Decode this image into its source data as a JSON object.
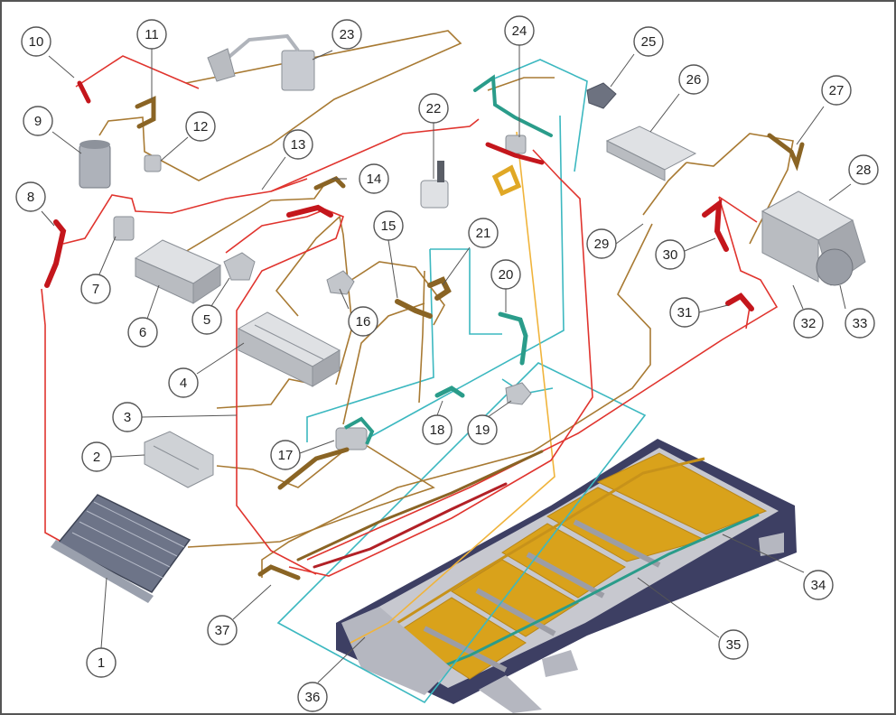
{
  "diagram": {
    "colors": {
      "red_line": "#e0342e",
      "brown_line": "#a87a33",
      "cyan_line": "#3cb8c0",
      "yellow_line": "#f0b43c",
      "hose_red": "#c4161c",
      "hose_brown": "#8a6424",
      "component_gray": "#cfd2d6",
      "battery_gold": "#d9a21b",
      "tray_dark": "#3d3f63",
      "callout_stroke": "#555555",
      "callout_fill": "#ffffff"
    },
    "callouts": [
      {
        "id": "1",
        "label": "1"
      },
      {
        "id": "2",
        "label": "2"
      },
      {
        "id": "3",
        "label": "3"
      },
      {
        "id": "4",
        "label": "4"
      },
      {
        "id": "5",
        "label": "5"
      },
      {
        "id": "6",
        "label": "6"
      },
      {
        "id": "7",
        "label": "7"
      },
      {
        "id": "8",
        "label": "8"
      },
      {
        "id": "9",
        "label": "9"
      },
      {
        "id": "10",
        "label": "10"
      },
      {
        "id": "11",
        "label": "11"
      },
      {
        "id": "12",
        "label": "12"
      },
      {
        "id": "13",
        "label": "13"
      },
      {
        "id": "14",
        "label": "14"
      },
      {
        "id": "15",
        "label": "15"
      },
      {
        "id": "16",
        "label": "16"
      },
      {
        "id": "17",
        "label": "17"
      },
      {
        "id": "18",
        "label": "18"
      },
      {
        "id": "19",
        "label": "19"
      },
      {
        "id": "20",
        "label": "20"
      },
      {
        "id": "21",
        "label": "21"
      },
      {
        "id": "22",
        "label": "22"
      },
      {
        "id": "23",
        "label": "23"
      },
      {
        "id": "24",
        "label": "24"
      },
      {
        "id": "25",
        "label": "25"
      },
      {
        "id": "26",
        "label": "26"
      },
      {
        "id": "27",
        "label": "27"
      },
      {
        "id": "28",
        "label": "28"
      },
      {
        "id": "29",
        "label": "29"
      },
      {
        "id": "30",
        "label": "30"
      },
      {
        "id": "31",
        "label": "31"
      },
      {
        "id": "32",
        "label": "32"
      },
      {
        "id": "33",
        "label": "33"
      },
      {
        "id": "34",
        "label": "34"
      },
      {
        "id": "35",
        "label": "35"
      },
      {
        "id": "36",
        "label": "36"
      },
      {
        "id": "37",
        "label": "37"
      }
    ]
  }
}
